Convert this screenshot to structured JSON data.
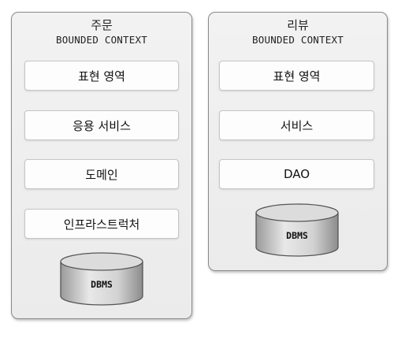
{
  "contexts": [
    {
      "name": "주문",
      "kind": "BOUNDED CONTEXT",
      "layers": [
        "표현 영역",
        "응용 서비스",
        "도메인",
        "인프라스트럭처"
      ],
      "database": "DBMS"
    },
    {
      "name": "리뷰",
      "kind": "BOUNDED CONTEXT",
      "layers": [
        "표현 영역",
        "서비스",
        "DAO"
      ],
      "database": "DBMS"
    }
  ]
}
